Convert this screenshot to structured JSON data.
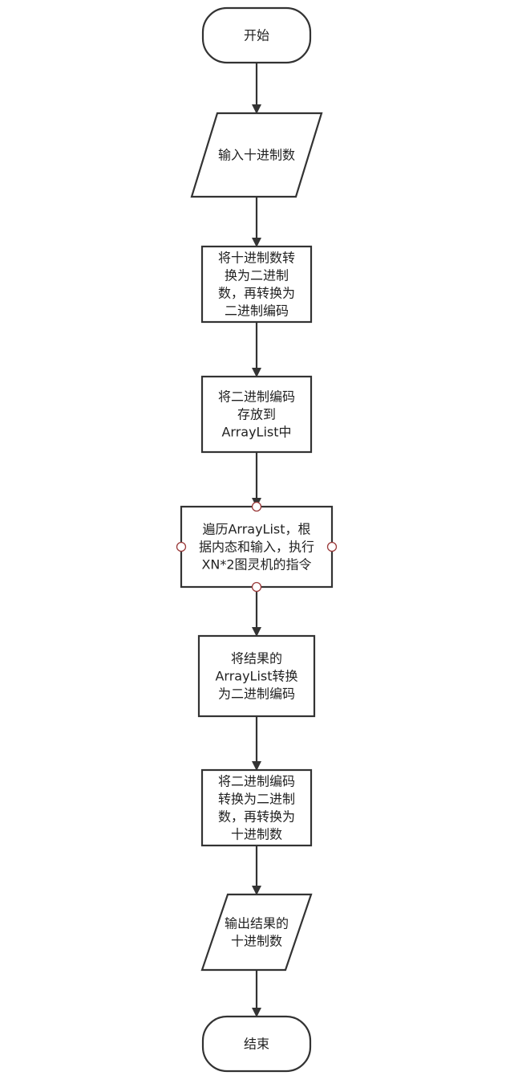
{
  "flowchart": {
    "nodes": [
      {
        "id": "start",
        "shape": "terminal",
        "lines": [
          "开始"
        ]
      },
      {
        "id": "input-decimal",
        "shape": "io",
        "lines": [
          "输入十进制数"
        ]
      },
      {
        "id": "convert-to-binary-code",
        "shape": "process",
        "lines": [
          "将十进制数转",
          "换为二进制",
          "数，再转换为",
          "二进制编码"
        ]
      },
      {
        "id": "store-arraylist",
        "shape": "process",
        "lines": [
          "将二进制编码",
          "存放到",
          "ArrayList中"
        ]
      },
      {
        "id": "traverse-arraylist",
        "shape": "process",
        "lines": [
          "遍历ArrayList，根",
          "据内态和输入，执行",
          "XN*2图灵机的指令"
        ]
      },
      {
        "id": "convert-result",
        "shape": "process",
        "lines": [
          "将结果的",
          "ArrayList转换",
          "为二进制编码"
        ]
      },
      {
        "id": "convert-to-decimal",
        "shape": "process",
        "lines": [
          "将二进制编码",
          "转换为二进制",
          "数，再转换为",
          "十进制数"
        ]
      },
      {
        "id": "output-decimal",
        "shape": "io",
        "lines": [
          "输出结果的",
          "十进制数"
        ]
      },
      {
        "id": "end",
        "shape": "terminal",
        "lines": [
          "结束"
        ]
      }
    ],
    "edges": [
      [
        "start",
        "input-decimal"
      ],
      [
        "input-decimal",
        "convert-to-binary-code"
      ],
      [
        "convert-to-binary-code",
        "store-arraylist"
      ],
      [
        "store-arraylist",
        "traverse-arraylist"
      ],
      [
        "traverse-arraylist",
        "convert-result"
      ],
      [
        "convert-result",
        "convert-to-decimal"
      ],
      [
        "convert-to-decimal",
        "output-decimal"
      ],
      [
        "output-decimal",
        "end"
      ]
    ],
    "selected_node": "traverse-arraylist",
    "colors": {
      "stroke": "#333333",
      "text": "#222222",
      "selection_port": "#9b3b3b",
      "background": "#ffffff"
    }
  }
}
